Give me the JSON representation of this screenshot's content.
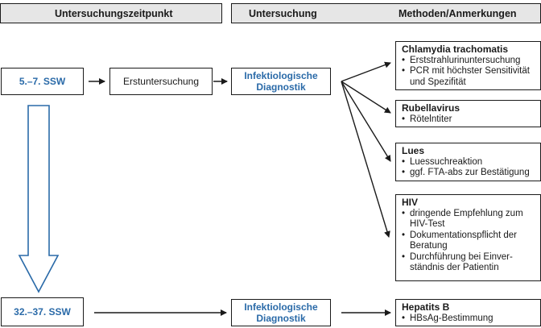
{
  "headers": {
    "left": "Untersuchungszeitpunkt",
    "middle": "Untersuchung",
    "right": "Methoden/Anmerkungen"
  },
  "timepoints": {
    "first": "5.–7. SSW",
    "second": "32.–37. SSW"
  },
  "exams": {
    "initial": "Erstuntersuchung",
    "diag1_line1": "Infektiologische",
    "diag1_line2": "Diagnostik",
    "diag2_line1": "Infektiologische",
    "diag2_line2": "Diagnostik"
  },
  "methods": [
    {
      "title": "Chlamydia trachomatis",
      "items": [
        "Erststrahlurinuntersuchung",
        "PCR mit höchster Sensitivität",
        "und Spezifität"
      ]
    },
    {
      "title": "Rubellavirus",
      "items": [
        "Rötelntiter"
      ]
    },
    {
      "title": "Lues",
      "items": [
        "Luessuchreaktion",
        "ggf. FTA-abs zur Bestätigung"
      ]
    },
    {
      "title": "HIV",
      "items": [
        "dringende Empfehlung zum",
        "HIV-Test",
        "Dokumentationspflicht der",
        "Beratung",
        "Durchführung bei Einver-",
        "ständnis der Patientin"
      ]
    },
    {
      "title": "Hepatits B",
      "items": [
        "HBsAg-Bestimmung"
      ]
    }
  ],
  "colors": {
    "accent": "#2a6aa8",
    "header_bg": "#e6e6e6"
  }
}
